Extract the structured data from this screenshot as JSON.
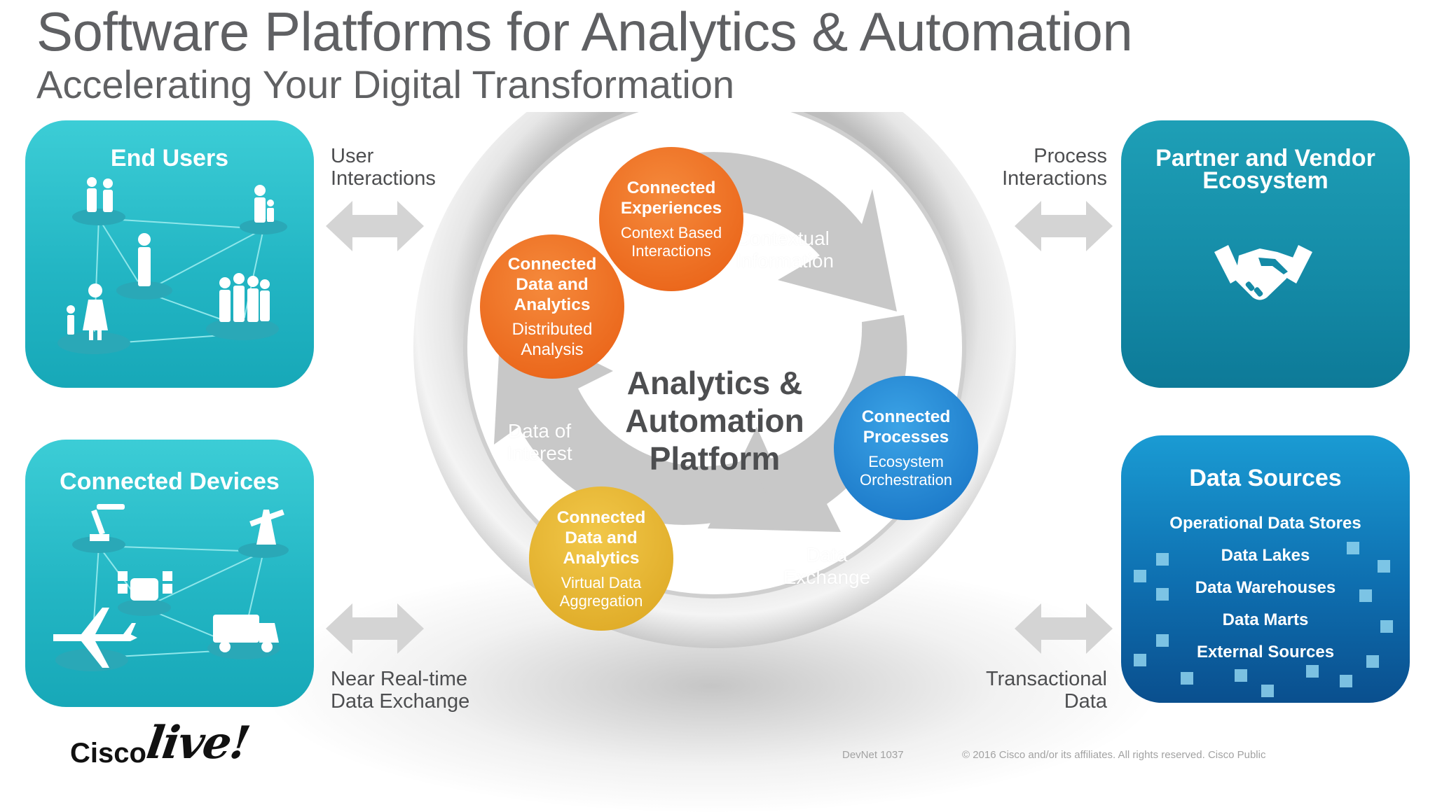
{
  "header": {
    "title": "Software Platforms for Analytics & Automation",
    "subtitle": "Accelerating Your Digital Transformation"
  },
  "panels": {
    "end_users": {
      "title": "End Users"
    },
    "connected_devices": {
      "title": "Connected Devices"
    },
    "partner": {
      "title": "Partner and Vendor\nEcosystem"
    },
    "data_sources": {
      "title": "Data Sources",
      "items": [
        "Operational Data Stores",
        "Data Lakes",
        "Data Warehouses",
        "Data Marts",
        "External Sources"
      ]
    }
  },
  "side_labels": {
    "user_interactions": "User\nInteractions",
    "process_interactions": "Process\nInteractions",
    "near_realtime": "Near Real-time\nData Exchange",
    "transactional": "Transactional\nData"
  },
  "ring_labels": {
    "contextual_information": "Contextual\nInformation",
    "data_of_interest": "Data of\nInterest",
    "data_exchange": "Data\nExchange"
  },
  "center": {
    "title": "Analytics &\nAutomation\nPlatform"
  },
  "bubbles": {
    "experiences": {
      "title": "Connected\nExperiences",
      "sub": "Context Based\nInteractions"
    },
    "data_analytics_top": {
      "title": "Connected\nData and\nAnalytics",
      "sub": "Distributed\nAnalysis"
    },
    "processes": {
      "title": "Connected\nProcesses",
      "sub": "Ecosystem\nOrchestration"
    },
    "data_analytics_bottom": {
      "title": "Connected\nData and\nAnalytics",
      "sub": "Virtual Data\nAggregation"
    }
  },
  "colors": {
    "teal": "#23b6c4",
    "orange": "#ef6d1f",
    "blue": "#1e88d8",
    "yellow": "#e8b62a",
    "ring_gray": "#d6d6d6"
  },
  "logo": {
    "brand": "Cisco",
    "script": "live!"
  },
  "footer": {
    "session": "DevNet 1037",
    "copyright": "© 2016  Cisco and/or its affiliates. All rights reserved.   Cisco Public"
  }
}
